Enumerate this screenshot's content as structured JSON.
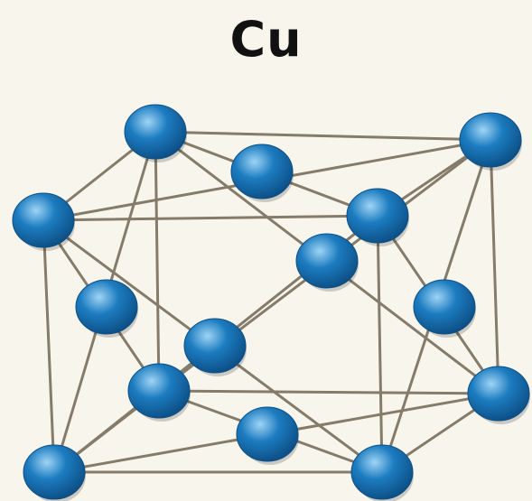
{
  "title": "Cu",
  "colors": {
    "background": "#f8f6ec",
    "bond": "#857b6a",
    "atom": "#1c7cc0",
    "atom_highlight": "#9fd4f5",
    "atom_shadow": "#0d4f86",
    "title": "#111111"
  },
  "atoms": [
    "corner-back-top-left",
    "corner-back-top-right",
    "corner-front-top-left",
    "corner-front-top-right",
    "corner-back-bottom-left",
    "corner-back-bottom-right",
    "corner-front-bottom-left",
    "corner-front-bottom-right",
    "face-top",
    "face-bottom",
    "face-left",
    "face-right",
    "face-front",
    "face-back"
  ]
}
